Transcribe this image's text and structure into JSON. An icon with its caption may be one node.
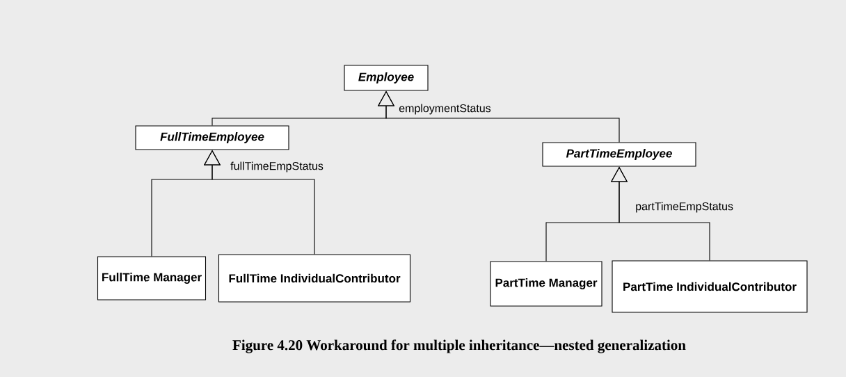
{
  "diagram": {
    "caption": "Figure 4.20 Workaround for multiple inheritance—nested generalization",
    "nodes": [
      {
        "text": [
          "Employee"
        ]
      },
      {
        "text": [
          "FullTimeEmployee"
        ]
      },
      {
        "text": [
          "PartTimeEmployee"
        ]
      },
      {
        "text": [
          "FullTime Manager"
        ]
      },
      {
        "text": [
          "FullTime IndividualContributor"
        ]
      },
      {
        "text": [
          "PartTime Manager"
        ]
      },
      {
        "text": [
          "PartTime IndividualContributor"
        ]
      }
    ],
    "edges": [
      {
        "from": 1,
        "to": 0,
        "arrow": "to",
        "label": "employmentStatus"
      },
      {
        "from": 2,
        "to": 0,
        "arrow": "to"
      },
      {
        "from": 3,
        "to": 1,
        "arrow": "to",
        "label": "fullTimeEmpStatus"
      },
      {
        "from": 4,
        "to": 1,
        "arrow": "to"
      },
      {
        "from": 5,
        "to": 2,
        "arrow": "to",
        "label": "partTimeEmpStatus"
      },
      {
        "from": 6,
        "to": 2,
        "arrow": "to"
      }
    ]
  }
}
